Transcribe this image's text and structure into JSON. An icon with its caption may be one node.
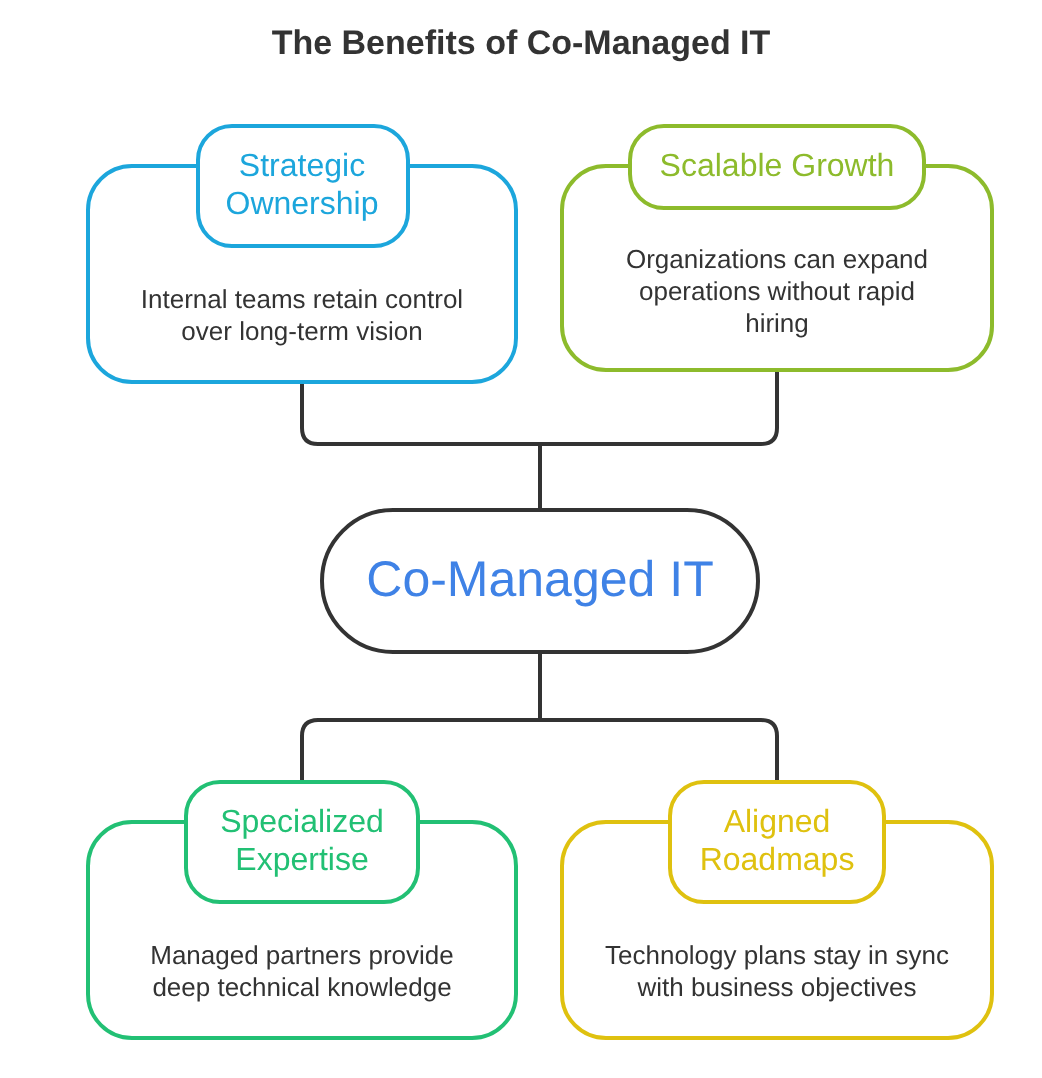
{
  "diagram": {
    "title": "The Benefits of Co-Managed IT",
    "nodes": [
      {
        "text": [
          "Strategic Ownership",
          "Internal teams retain control over long-term vision"
        ]
      },
      {
        "text": [
          "Scalable Growth",
          "Organizations can expand operations without rapid hiring"
        ]
      },
      {
        "text": [
          "Co-Managed IT"
        ]
      },
      {
        "text": [
          "Specialized Expertise",
          "Managed partners provide deep technical knowledge"
        ]
      },
      {
        "text": [
          "Aligned Roadmaps",
          "Technology plans stay in sync with business objectives"
        ]
      }
    ],
    "edges": [
      {
        "from": 0,
        "to": 2,
        "arrow": "none"
      },
      {
        "from": 1,
        "to": 2,
        "arrow": "none"
      },
      {
        "from": 2,
        "to": 3,
        "arrow": "none"
      },
      {
        "from": 2,
        "to": 4,
        "arrow": "none"
      }
    ]
  }
}
